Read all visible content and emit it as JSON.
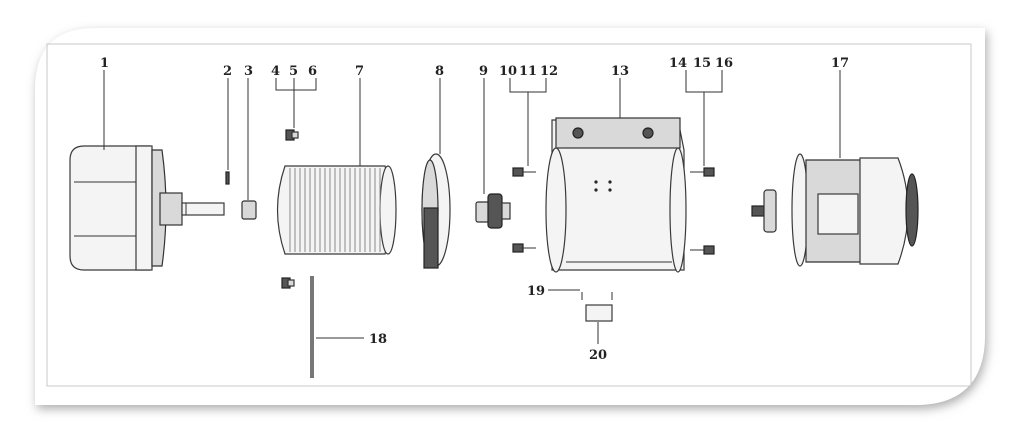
{
  "colors": {
    "frame_fill": "#ffffff",
    "frame_shadow": "#9a9a9a",
    "border": "#bdbdbd",
    "ink": "#333333"
  },
  "labels": {
    "p1": "1",
    "p2": "2",
    "p3": "3",
    "p4": "4",
    "p5": "5",
    "p6": "6",
    "p7": "7",
    "p8": "8",
    "p9": "9",
    "p10": "10",
    "p11": "11",
    "p12": "12",
    "p13": "13",
    "p14": "14",
    "p15": "15",
    "p16": "16",
    "p17": "17",
    "p18": "18",
    "p19": "19",
    "p20": "20"
  }
}
